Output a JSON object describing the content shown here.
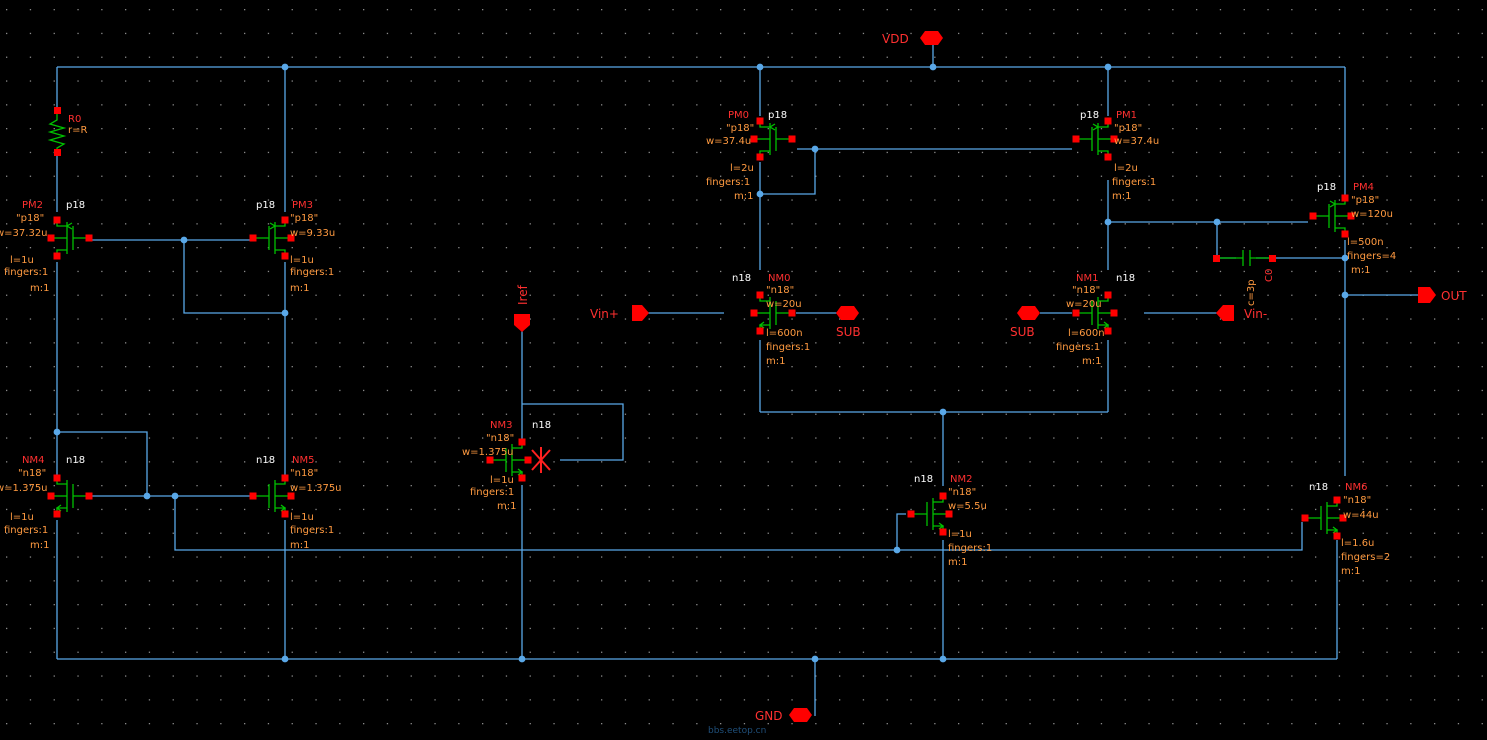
{
  "colors": {
    "background": "#000000",
    "wire": "#5aa8e8",
    "pin": "#ff0000",
    "device": "#00c000",
    "label_red": "#ff3030",
    "label_orange": "#ff9a40",
    "label_white": "#ffffff",
    "grid_dot": "#8a8a8a"
  },
  "pins": {
    "vdd": "VDD",
    "gnd": "GND",
    "out": "OUT",
    "vin_plus": "Vin+",
    "vin_minus": "Vin-",
    "sub_left": "SUB",
    "sub_right": "SUB",
    "iref": "Iref"
  },
  "resistor": {
    "name": "R0",
    "value": "r=R"
  },
  "capacitor": {
    "name": "C0",
    "value": "c=3p"
  },
  "devices": {
    "PM2": {
      "name": "PM2",
      "model": "p18",
      "q": "\"p18\"",
      "w": "w=37.32u",
      "l": "l=1u",
      "f": "fingers:1",
      "m": "m:1"
    },
    "PM3": {
      "name": "PM3",
      "model": "p18",
      "q": "\"p18\"",
      "w": "w=9.33u",
      "l": "l=1u",
      "f": "fingers:1",
      "m": "m:1"
    },
    "PM0": {
      "name": "PM0",
      "model": "p18",
      "q": "\"p18\"",
      "w": "w=37.4u",
      "l": "l=2u",
      "f": "fingers:1",
      "m": "m:1"
    },
    "PM1": {
      "name": "PM1",
      "model": "p18",
      "q": "\"p18\"",
      "w": "w=37.4u",
      "l": "l=2u",
      "f": "fingers:1",
      "m": "m:1"
    },
    "PM4": {
      "name": "PM4",
      "model": "p18",
      "q": "\"p18\"",
      "w": "w=120u",
      "l": "l=500n",
      "f": "fingers=4",
      "m": "m:1"
    },
    "NM0": {
      "name": "NM0",
      "model": "n18",
      "q": "\"n18\"",
      "w": "w=20u",
      "l": "l=600n",
      "f": "fingers:1",
      "m": "m:1"
    },
    "NM1": {
      "name": "NM1",
      "model": "n18",
      "q": "\"n18\"",
      "w": "w=20u",
      "l": "l=600n",
      "f": "fingers:1",
      "m": "m:1"
    },
    "NM3": {
      "name": "NM3",
      "model": "n18",
      "q": "\"n18\"",
      "w": "w=1.375u",
      "l": "l=1u",
      "f": "fingers:1",
      "m": "m:1"
    },
    "NM4": {
      "name": "NM4",
      "model": "n18",
      "q": "\"n18\"",
      "w": "w=1.375u",
      "l": "l=1u",
      "f": "fingers:1",
      "m": "m:1"
    },
    "NM5": {
      "name": "NM5",
      "model": "n18",
      "q": "\"n18\"",
      "w": "w=1.375u",
      "l": "l=1u",
      "f": "fingers:1",
      "m": "m:1"
    },
    "NM2": {
      "name": "NM2",
      "model": "n18",
      "q": "\"n18\"",
      "w": "w=5.5u",
      "l": "l=1u",
      "f": "fingers:1",
      "m": "m:1"
    },
    "NM6": {
      "name": "NM6",
      "model": "n18",
      "q": "\"n18\"",
      "w": "w=44u",
      "l": "l=1.6u",
      "f": "fingers=2",
      "m": "m:1"
    }
  },
  "watermark": "bbs.eetop.cn"
}
